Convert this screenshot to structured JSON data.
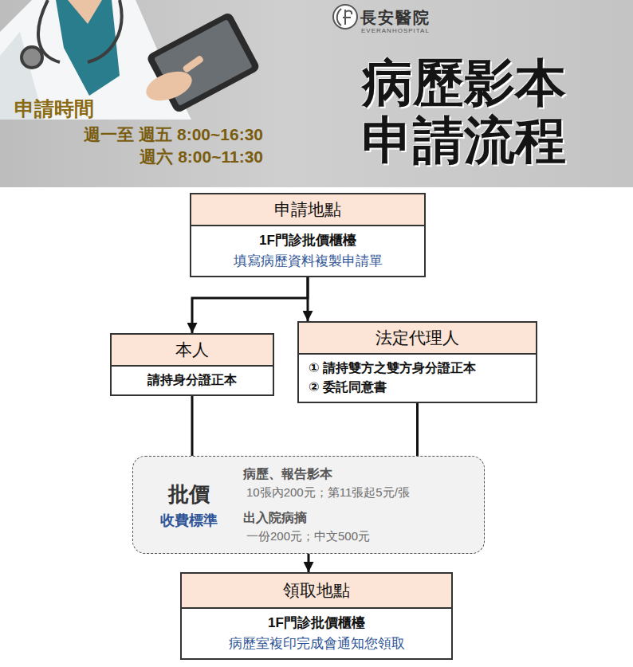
{
  "diagram": {
    "title": "病歷影本 申請流程",
    "nodes": [
      {
        "text": [
          "申請地點",
          "1F門診批價櫃檯",
          "填寫病歷資料複製申請單"
        ]
      },
      {
        "text": [
          "本人",
          "請持身分證正本"
        ]
      },
      {
        "text": [
          "法定代理人",
          "① 請持雙方之雙方身分證正本",
          "② 委託同意書"
        ]
      },
      {
        "text": [
          "批價",
          "收費標準",
          "病歷、報告影本",
          "10張內200元；第11張起5元/張",
          "出入院病摘",
          "一份200元；中文500元"
        ]
      },
      {
        "text": [
          "領取地點",
          "1F門診批價櫃檯",
          "病歷室複印完成會通知您領取"
        ]
      }
    ],
    "edges": [
      {
        "from": 0,
        "to": 1,
        "arrow": "to"
      },
      {
        "from": 0,
        "to": 2,
        "arrow": "to"
      },
      {
        "from": 1,
        "to": 3,
        "arrow": "none"
      },
      {
        "from": 2,
        "to": 3,
        "arrow": "none"
      },
      {
        "from": 3,
        "to": 4,
        "arrow": "to"
      }
    ],
    "labels": [
      "長安醫院",
      "EVERANHOSPITAL",
      "申請時間",
      "週一至 週五 8:00~16:30",
      "週六 8:00~11:30"
    ]
  }
}
